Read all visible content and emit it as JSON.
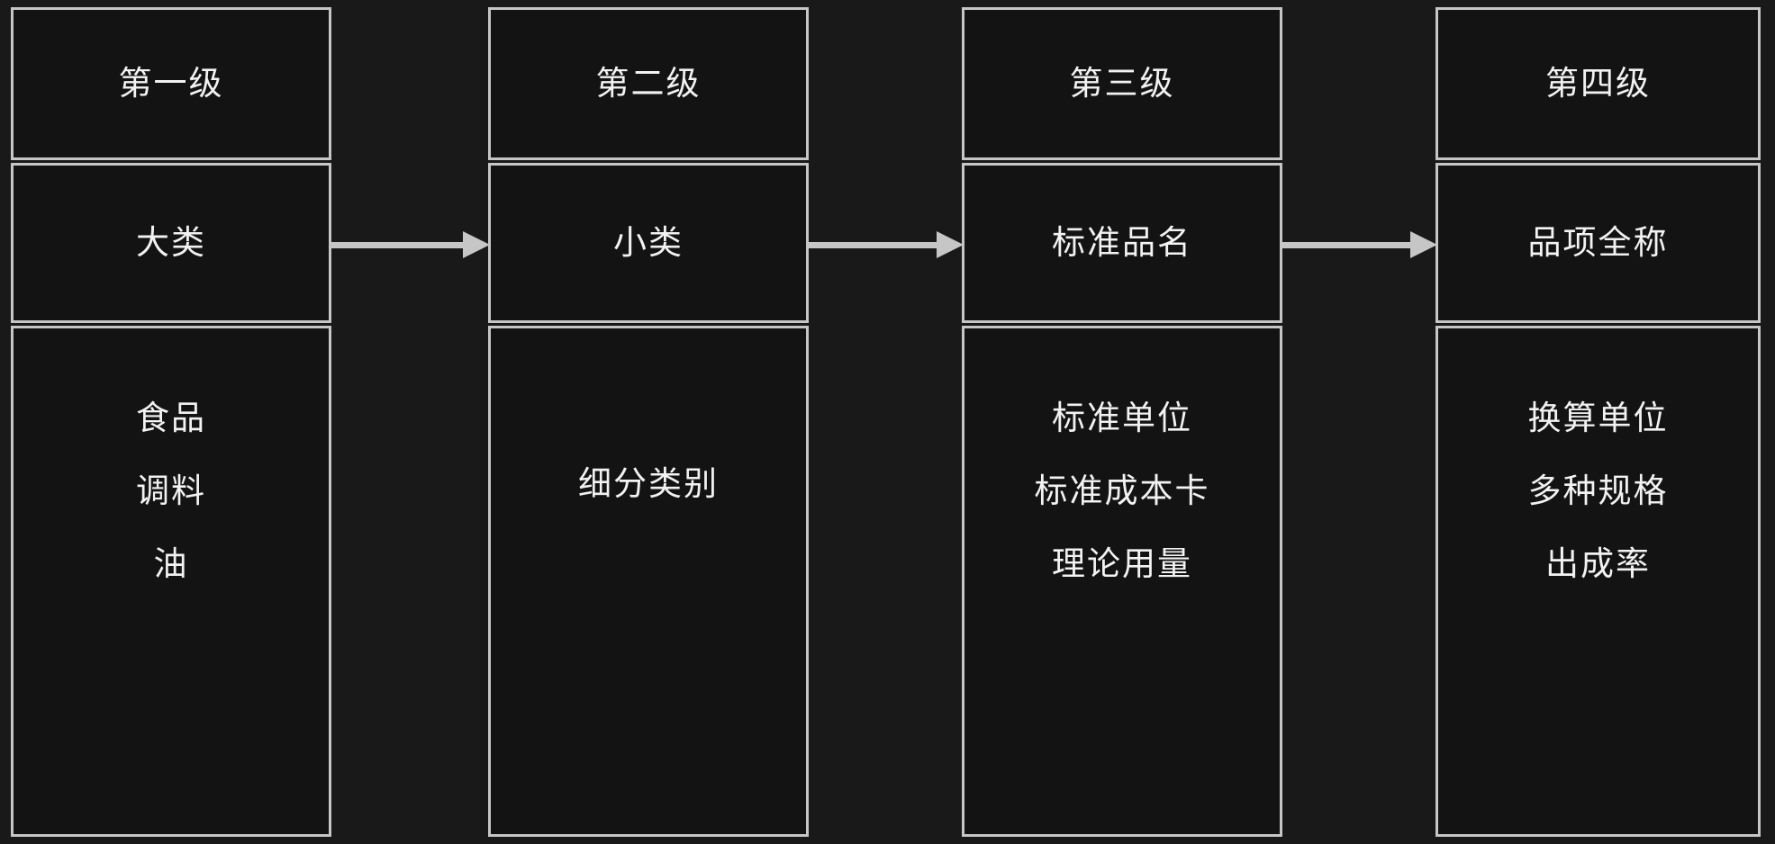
{
  "background_color": "#191919",
  "box_fill_color": "#131313",
  "border_color": "#c6c6c6",
  "text_color": "#f2f2f2",
  "arrow_color": "#c6c6c6",
  "diagram": {
    "type": "flow",
    "title": "",
    "columns": [
      {
        "id": "level-1",
        "header": "第一级",
        "middle": "大类",
        "body_lines": [
          "食品",
          "调料",
          "油"
        ]
      },
      {
        "id": "level-2",
        "header": "第二级",
        "middle": "小类",
        "body_lines": [
          "细分类别"
        ]
      },
      {
        "id": "level-3",
        "header": "第三级",
        "middle": "标准品名",
        "body_lines": [
          "标准单位",
          "标准成本卡",
          "理论用量"
        ]
      },
      {
        "id": "level-4",
        "header": "第四级",
        "middle": "品项全称",
        "body_lines": [
          "换算单位",
          "多种规格",
          "出成率"
        ]
      }
    ],
    "arrows": [
      {
        "id": "arrow-1-2",
        "from": "level-1",
        "to": "level-2",
        "direction": "right"
      },
      {
        "id": "arrow-2-3",
        "from": "level-2",
        "to": "level-3",
        "direction": "right"
      },
      {
        "id": "arrow-3-4",
        "from": "level-3",
        "to": "level-4",
        "direction": "right"
      }
    ]
  }
}
